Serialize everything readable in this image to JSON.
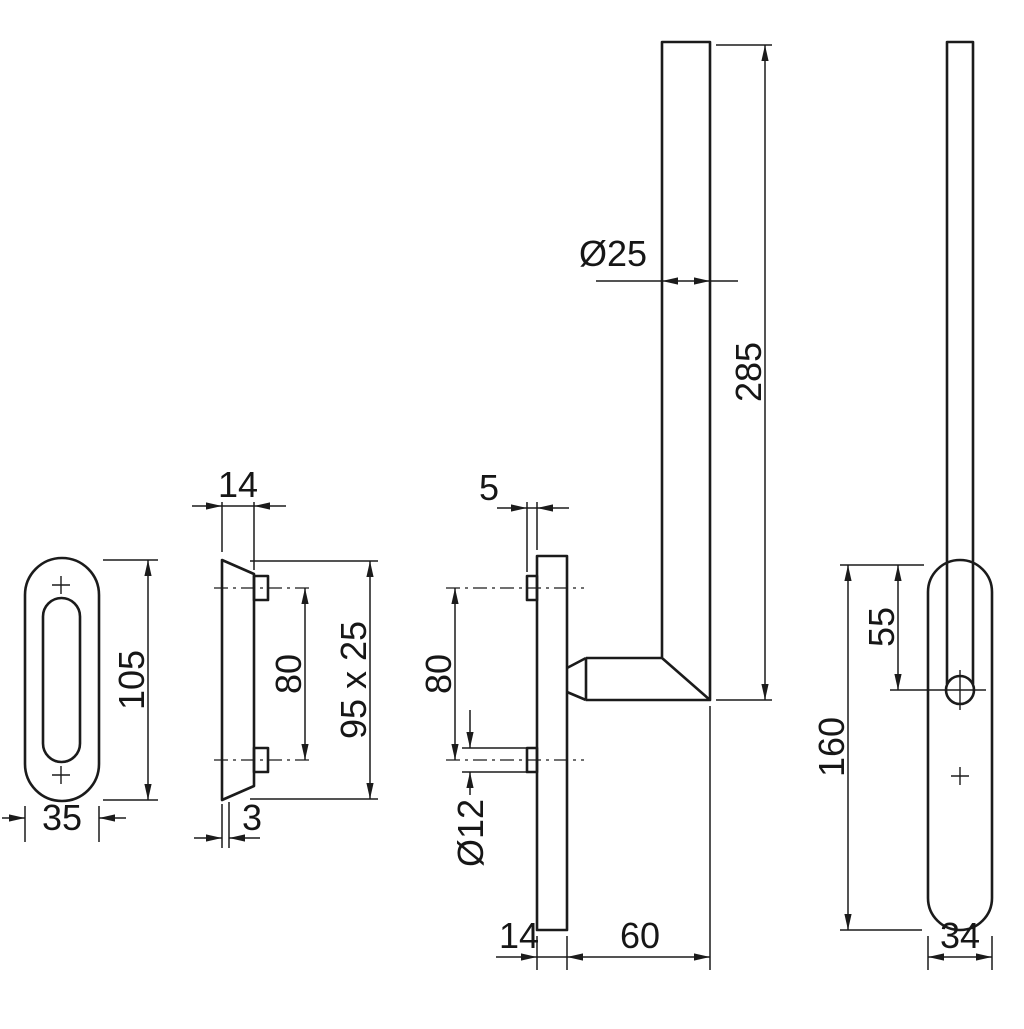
{
  "drawing": {
    "background_color": "#ffffff",
    "line_color": "#1b1b1b",
    "views": {
      "rosette_front": {
        "height": "105",
        "width": "35"
      },
      "rosette_profile": {
        "thickness": "14",
        "screw_spacing": "80",
        "plate_size": "95 x 25",
        "edge_thickness": "3"
      },
      "handle_side": {
        "screw_boss_height": "5",
        "screw_spacing": "80",
        "screw_diameter": "Ø12",
        "plate_thickness": "14",
        "arm_reach": "60",
        "bar_diameter": "Ø25",
        "bar_length": "285"
      },
      "handle_front": {
        "neck_offset": "55",
        "grip_length": "160",
        "grip_width": "34"
      }
    }
  }
}
